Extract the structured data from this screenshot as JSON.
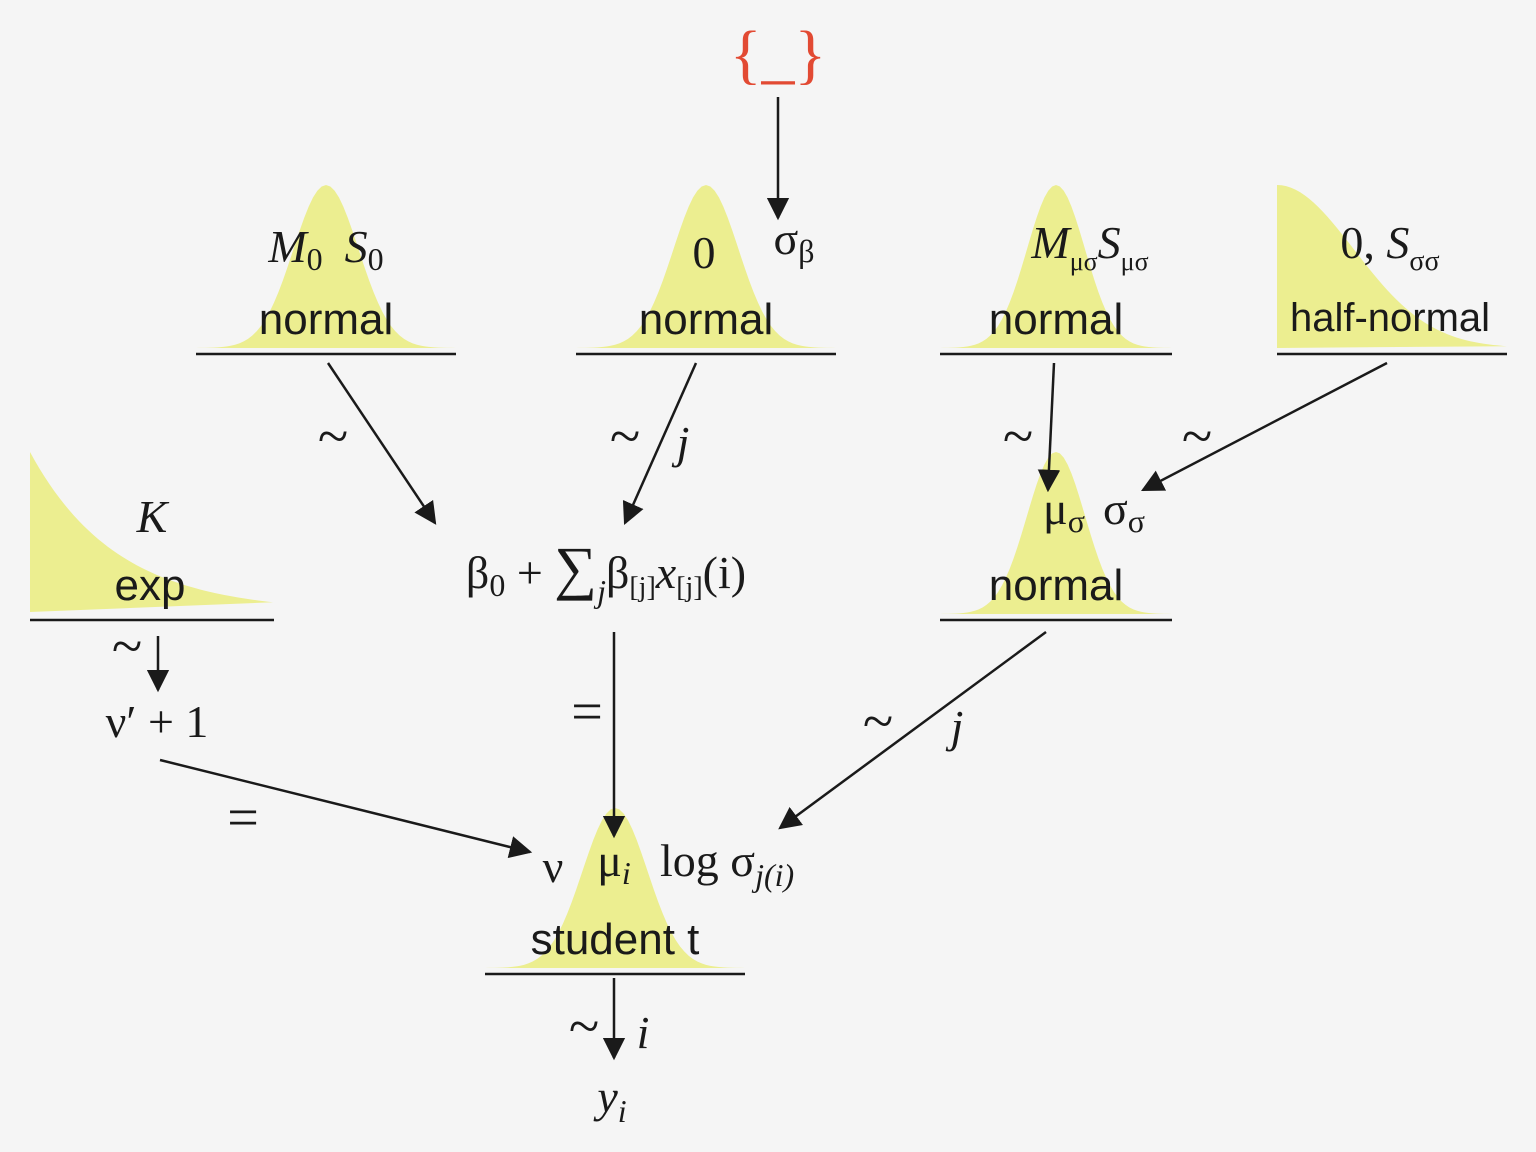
{
  "colors": {
    "curve": "#ecee90",
    "brace": "#e24a33",
    "ink": "#1a1a1a",
    "background": "#f5f5f5"
  },
  "top_constant": {
    "text": "{_}"
  },
  "nodes": {
    "beta0_prior": {
      "param1": "M",
      "param1_sub": "0",
      "param2": "S",
      "param2_sub": "0",
      "dist": "normal"
    },
    "betaj_prior": {
      "param1": "0",
      "param2": "σ",
      "param2_sub": "β",
      "dist": "normal"
    },
    "mu_sigma_prior": {
      "param1": "M",
      "param1_sub": "μσ",
      "param2": "S",
      "param2_sub": "μσ",
      "dist": "normal"
    },
    "sigma_sigma_prior": {
      "param1": "0, ",
      "param2": "S",
      "param2_sub": "σσ",
      "dist": "half-normal"
    },
    "sigma_dist": {
      "param1": "μ",
      "param1_sub": "σ",
      "param2": "σ",
      "param2_sub": "σ",
      "dist": "normal"
    },
    "nu_prior": {
      "param1": "K",
      "dist": "exp"
    },
    "likelihood": {
      "param1": "ν",
      "param2": "μ",
      "param2_sub": "i",
      "param3": "log σ",
      "param3_sub": "j(i)",
      "dist": "student t"
    }
  },
  "formula": {
    "b": "β",
    "b_sub": "0",
    "plus": " + ",
    "sum": "∑",
    "sum_sub": "j",
    "bj": "β",
    "bj_sub": "[j]",
    "x": "x",
    "x_sub": "[j]",
    "args": "(i)"
  },
  "nu_transform": {
    "text": "ν′ + 1"
  },
  "edge_labels": {
    "tilde": "~",
    "equals": "=",
    "j": "j",
    "i": "i"
  },
  "output": {
    "y": "y",
    "y_sub": "i"
  }
}
